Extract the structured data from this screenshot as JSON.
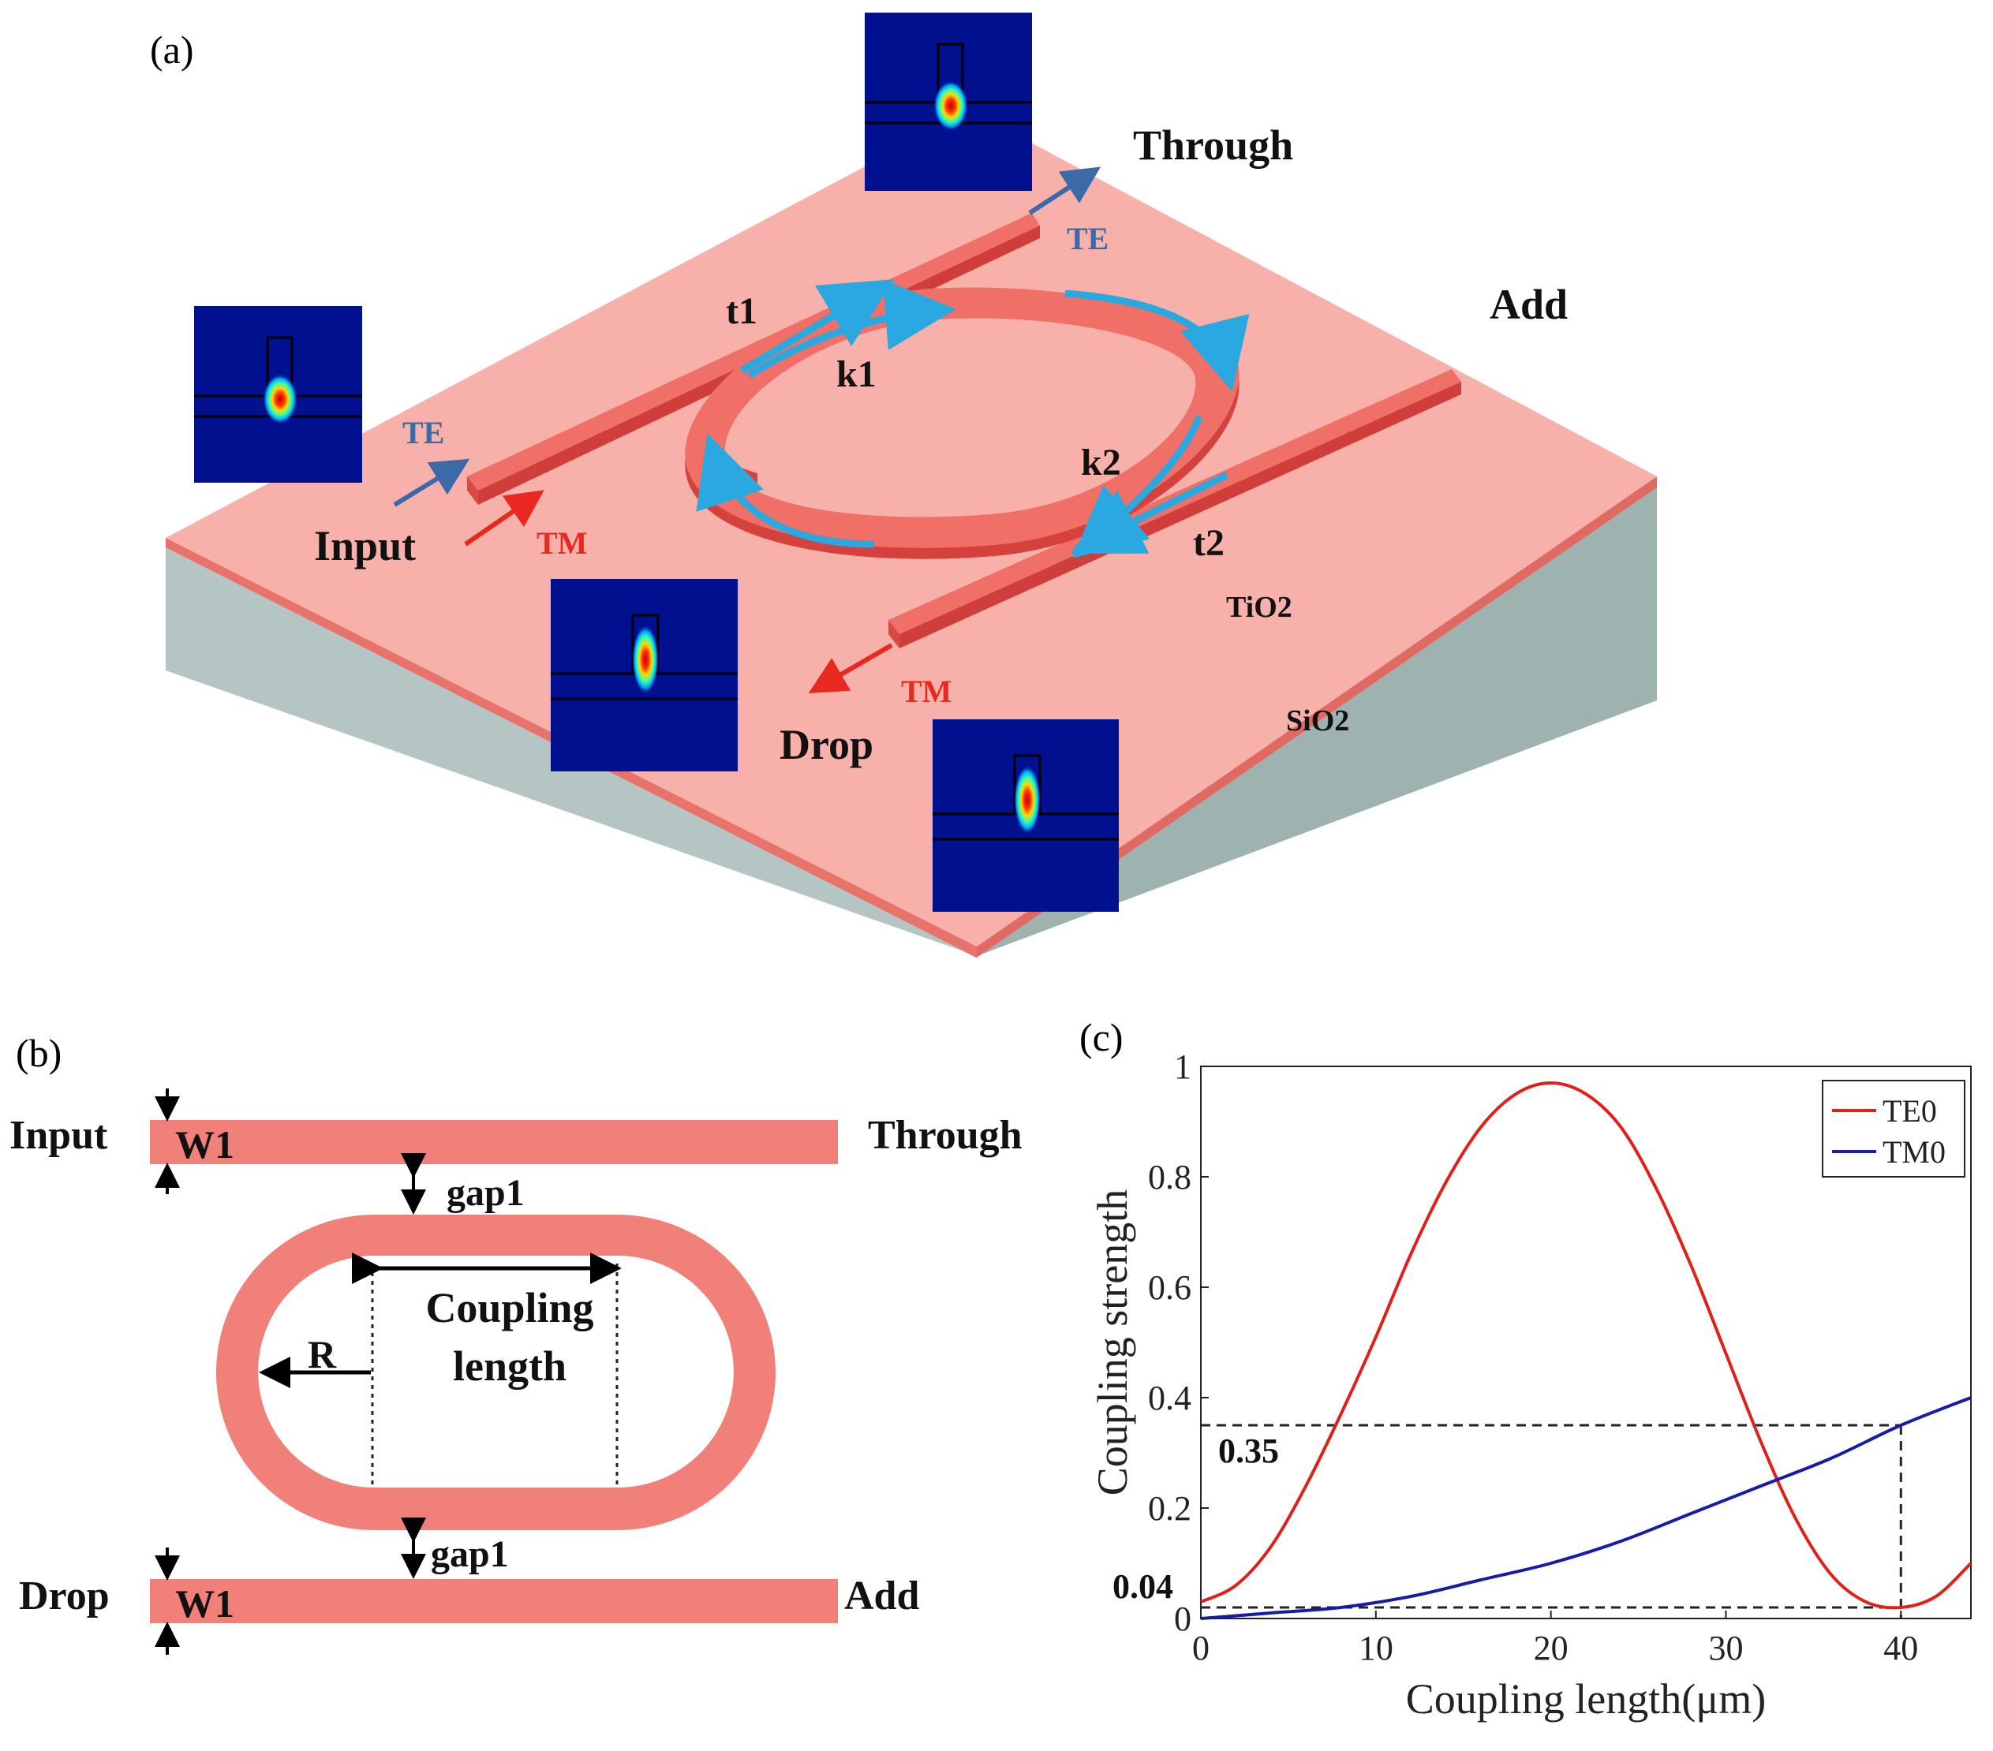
{
  "panel_a": {
    "label": "(a)",
    "ports": {
      "input": "Input",
      "through": "Through",
      "add": "Add",
      "drop": "Drop"
    },
    "mode_labels": {
      "te_input": "TE",
      "tm_input": "TM",
      "te_through": "TE",
      "tm_drop": "TM"
    },
    "coupling_labels": {
      "t1": "t1",
      "k1": "k1",
      "k2": "k2",
      "t2": "t2"
    },
    "materials": {
      "core": "TiO2",
      "substrate": "SiO2"
    },
    "colors": {
      "waveguide": "#e85b5b",
      "film": "#f7b1aa",
      "substrate": "#a9bdbb",
      "flow_arrow": "#2aa8e0",
      "te_arrow": "#3a6aa8",
      "tm_arrow": "#e8291f",
      "mode_bg": "#00108f"
    }
  },
  "panel_b": {
    "label": "(b)",
    "ports": {
      "input": "Input",
      "through": "Through",
      "drop": "Drop",
      "add": "Add"
    },
    "width_top": "W1",
    "width_bottom": "W1",
    "gap_top": "gap1",
    "gap_bottom": "gap1",
    "radius": "R",
    "coupling_line1": "Coupling",
    "coupling_line2": "length",
    "colors": {
      "waveguide": "#f08078"
    }
  },
  "panel_c": {
    "label": "(c)",
    "annot_035": "0.35",
    "annot_004": "0.04",
    "chart_data": {
      "type": "line",
      "xlabel": "Coupling length(μm)",
      "ylabel": "Coupling strength",
      "xlim": [
        0,
        44
      ],
      "ylim": [
        0,
        1
      ],
      "xticks": [
        0,
        10,
        20,
        30,
        40
      ],
      "yticks": [
        0,
        0.2,
        0.4,
        0.6,
        0.8,
        1
      ],
      "legend_position": "top-right",
      "series": [
        {
          "name": "TE0",
          "color": "#e0201a",
          "x": [
            0,
            2,
            4,
            6,
            8,
            10,
            12,
            14,
            16,
            18,
            20,
            22,
            24,
            26,
            28,
            30,
            32,
            34,
            36,
            38,
            40,
            42,
            44
          ],
          "y": [
            0.03,
            0.06,
            0.13,
            0.24,
            0.37,
            0.51,
            0.66,
            0.79,
            0.89,
            0.95,
            0.97,
            0.95,
            0.89,
            0.78,
            0.64,
            0.48,
            0.32,
            0.18,
            0.08,
            0.03,
            0.02,
            0.04,
            0.1
          ]
        },
        {
          "name": "TM0",
          "color": "#1a1aa8",
          "x": [
            0,
            4,
            8,
            12,
            16,
            20,
            24,
            28,
            32,
            36,
            40,
            44
          ],
          "y": [
            0.0,
            0.01,
            0.02,
            0.04,
            0.07,
            0.1,
            0.14,
            0.19,
            0.24,
            0.29,
            0.35,
            0.4
          ]
        }
      ],
      "reference_lines": [
        {
          "y": 0.35,
          "x_end": 40
        },
        {
          "y": 0.02,
          "x_end": 40
        },
        {
          "x": 40,
          "y_end": 0.35
        }
      ]
    }
  }
}
